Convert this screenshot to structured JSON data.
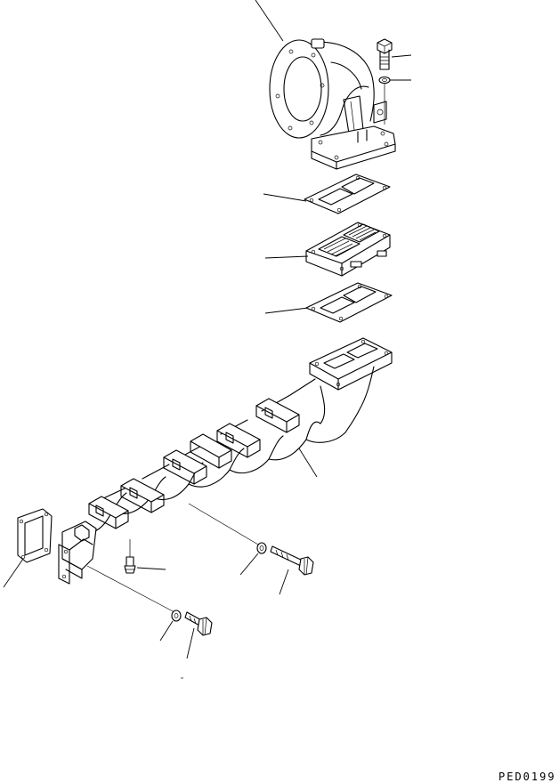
{
  "drawing_code": "PED0199",
  "parts": [
    {
      "name": "turbocharger-elbow"
    },
    {
      "name": "elbow-mounting-bolt"
    },
    {
      "name": "bolt-washer"
    },
    {
      "name": "upper-gasket"
    },
    {
      "name": "spacer-block"
    },
    {
      "name": "lower-gasket"
    },
    {
      "name": "exhaust-manifold"
    },
    {
      "name": "end-gasket"
    },
    {
      "name": "sensor-plug"
    },
    {
      "name": "manifold-washer"
    },
    {
      "name": "manifold-bolt"
    },
    {
      "name": "small-washer"
    },
    {
      "name": "short-bolt"
    }
  ]
}
